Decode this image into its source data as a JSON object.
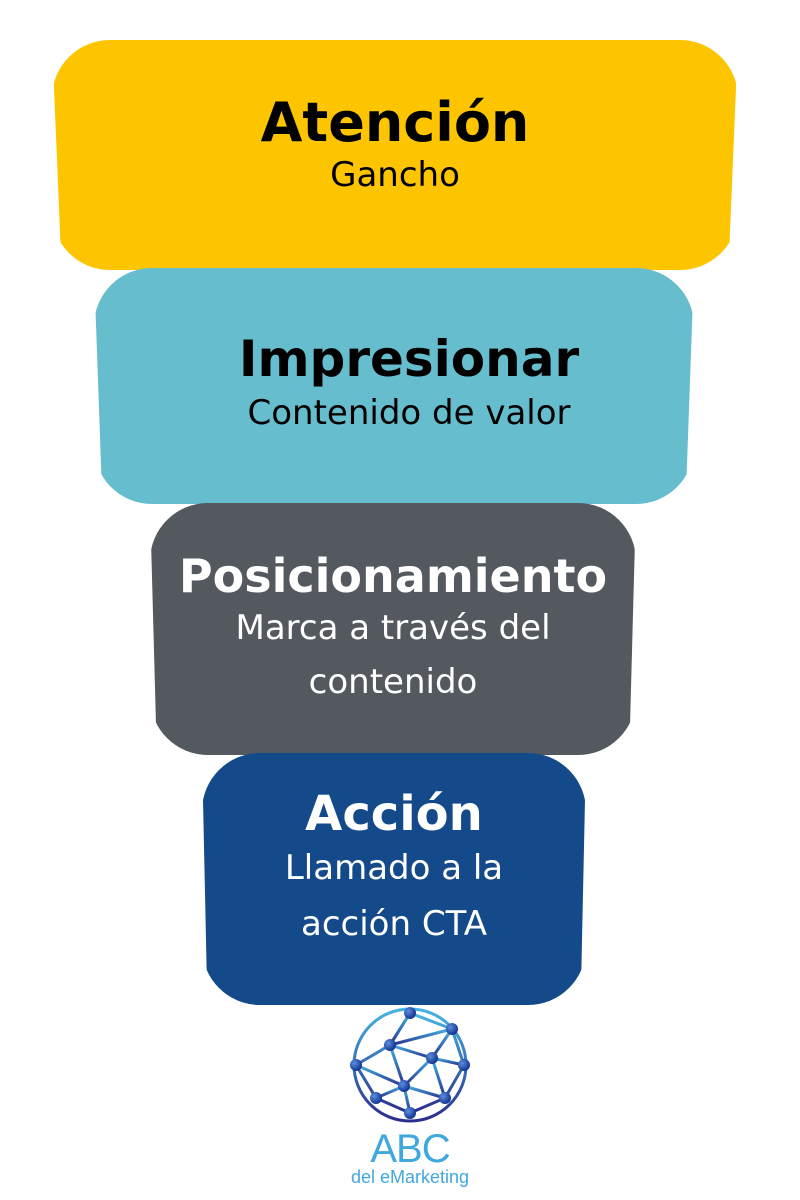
{
  "funnel": {
    "stages": [
      {
        "title": "Atención",
        "subtitle": "Gancho",
        "color": "#FDC500",
        "text_color": "#000000"
      },
      {
        "title": "Impresionar",
        "subtitle": "Contenido de valor",
        "color": "#65BDCD",
        "text_color": "#000000"
      },
      {
        "title": "Posicionamiento",
        "subtitle_lines": [
          "Marca a través del",
          "contenido"
        ],
        "color": "#54595F",
        "text_color": "#FFFFFF"
      },
      {
        "title": "Acción",
        "subtitle_lines": [
          "Llamado a la",
          "acción CTA"
        ],
        "color": "#154A8A",
        "text_color": "#FFFFFF"
      }
    ]
  },
  "logo": {
    "icon": "network-globe-icon",
    "brand": "ABC",
    "tagline": "del eMarketing",
    "color": "#3FA8DE"
  }
}
